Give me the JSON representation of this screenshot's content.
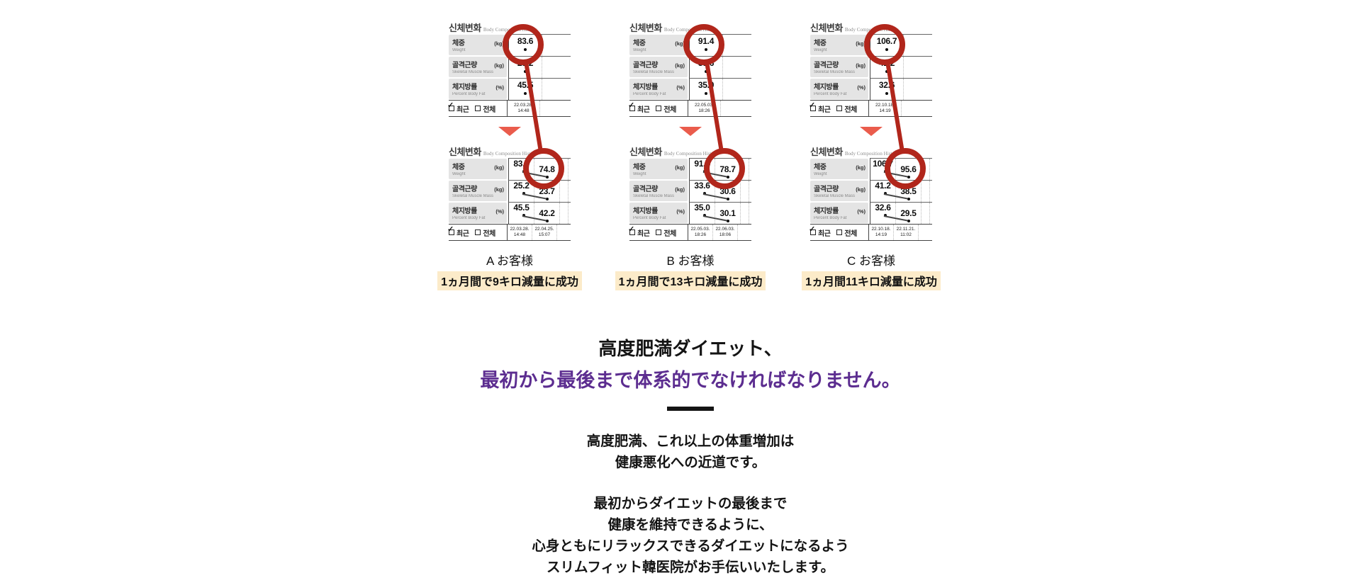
{
  "colors": {
    "circle-red": "#b1261b",
    "triangle-red": "#ea5c4c",
    "highlight-bg": "#fcebc9",
    "purple": "#5c2d90",
    "label-bg": "#e4e4e4"
  },
  "icons": {
    "recent_checkbox": "checkbox-checked-icon",
    "all_checkbox": "checkbox-empty-icon",
    "down_triangle": "triangle-down-icon",
    "annotation": "red-circle-icon"
  },
  "panel": {
    "title_ko": "신체변화",
    "title_en": "Body Composition History",
    "rows_meta": [
      {
        "label_ko": "체중",
        "unit": "(kg)",
        "label_en": "Weight"
      },
      {
        "label_ko": "골격근량",
        "unit": "(kg)",
        "label_en": "Skeletal Muscle Mass"
      },
      {
        "label_ko": "체지방률",
        "unit": "(%)",
        "label_en": "Percent Body Fat"
      }
    ],
    "footer": {
      "recent": "최근",
      "all": "전체"
    }
  },
  "customers": [
    {
      "id": "A",
      "caption_title": "A お客様",
      "caption_highlight": "1ヵ月間で9キロ減量に成功",
      "before": {
        "weight": "83.6",
        "muscle": "25.2",
        "fat": "45.5",
        "date": "22.03.28.",
        "time": "14:48"
      },
      "after": {
        "weight": "74.8",
        "muscle": "23.7",
        "fat": "42.2",
        "date": "22.04.25.",
        "time": "15:07"
      }
    },
    {
      "id": "B",
      "caption_title": "B お客様",
      "caption_highlight": "1ヵ月間で13キロ減量に成功",
      "before": {
        "weight": "91.4",
        "muscle": "33.6",
        "fat": "35.0",
        "date": "22.05.03.",
        "time": "18:26"
      },
      "after": {
        "weight": "78.7",
        "muscle": "30.6",
        "fat": "30.1",
        "date": "22.06.03.",
        "time": "18:06"
      }
    },
    {
      "id": "C",
      "caption_title": "C お客様",
      "caption_highlight": "1ヵ月間11キロ減量に成功",
      "before": {
        "weight": "106.7",
        "muscle": "41.2",
        "fat": "32.6",
        "date": "22.10.18.",
        "time": "14:19"
      },
      "after": {
        "weight": "95.6",
        "muscle": "38.5",
        "fat": "29.5",
        "date": "22.11.21.",
        "time": "11:02"
      }
    }
  ],
  "headline": {
    "line1": "高度肥満ダイエット、",
    "line2": "最初から最後まで体系的でなければなりません。"
  },
  "paragraphs": [
    [
      "高度肥満、これ以上の体重増加は",
      "健康悪化への近道です。"
    ],
    [
      "最初からダイエットの最後まで",
      "健康を維持できるように、",
      "心身ともにリラックスできるダイエットになるよう",
      "スリムフィット韓医院がお手伝いいたします。"
    ]
  ]
}
